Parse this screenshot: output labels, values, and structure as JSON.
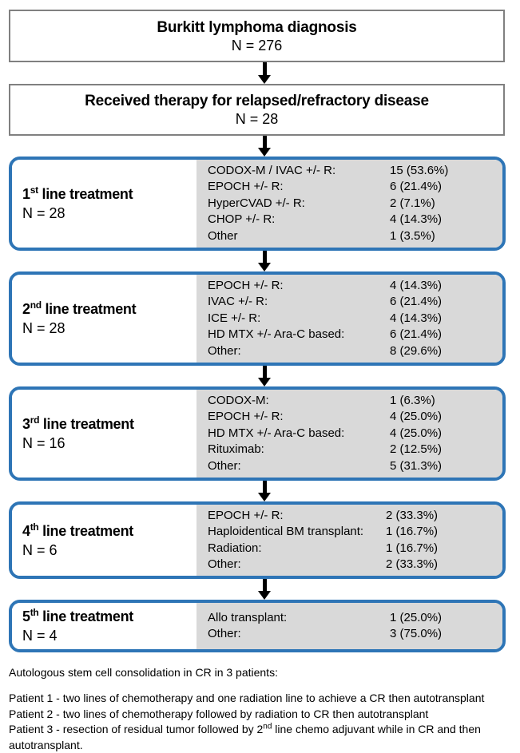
{
  "top_boxes": [
    {
      "title": "Burkitt lymphoma diagnosis",
      "n": "N = 276"
    },
    {
      "title": "Received therapy for relapsed/refractory disease",
      "n": "N = 28"
    }
  ],
  "treatments": [
    {
      "ordinal": "1",
      "suffix": "st",
      "label_tail": " line treatment",
      "n": "N = 28",
      "rows": [
        {
          "name": "CODOX-M / IVAC +/- R:",
          "value": "15 (53.6%)"
        },
        {
          "name": "EPOCH +/- R:",
          "value": "6 (21.4%)"
        },
        {
          "name": "HyperCVAD +/- R:",
          "value": "2 (7.1%)"
        },
        {
          "name": "CHOP +/- R:",
          "value": "4 (14.3%)"
        },
        {
          "name": "Other",
          "value": "1 (3.5%)"
        }
      ]
    },
    {
      "ordinal": "2",
      "suffix": "nd",
      "label_tail": " line treatment",
      "n": "N = 28",
      "rows": [
        {
          "name": "EPOCH +/- R:",
          "value": "4 (14.3%)"
        },
        {
          "name": "IVAC +/- R:",
          "value": "6 (21.4%)"
        },
        {
          "name": "ICE +/- R:",
          "value": "4 (14.3%)"
        },
        {
          "name": "HD MTX +/- Ara-C based:",
          "value": "6 (21.4%)"
        },
        {
          "name": "Other:",
          "value": "8 (29.6%)"
        }
      ]
    },
    {
      "ordinal": "3",
      "suffix": "rd",
      "label_tail": " line treatment",
      "n": "N = 16",
      "rows": [
        {
          "name": "CODOX-M:",
          "value": "1 (6.3%)"
        },
        {
          "name": "EPOCH +/- R:",
          "value": "4 (25.0%)"
        },
        {
          "name": "HD MTX +/- Ara-C based:",
          "value": "4 (25.0%)"
        },
        {
          "name": "Rituximab:",
          "value": "2 (12.5%)"
        },
        {
          "name": "Other:",
          "value": "5 (31.3%)"
        }
      ]
    },
    {
      "ordinal": "4",
      "suffix": "th",
      "label_tail": " line treatment",
      "n": "N = 6",
      "rows": [
        {
          "name": "EPOCH +/- R:",
          "value": "2 (33.3%)"
        },
        {
          "name": "Haploidentical BM transplant:",
          "value": "1 (16.7%)"
        },
        {
          "name": "Radiation:",
          "value": "1 (16.7%)"
        },
        {
          "name": "Other:",
          "value": "2 (33.3%)"
        }
      ]
    },
    {
      "ordinal": "5",
      "suffix": "th",
      "label_tail": " line treatment",
      "n": "N = 4",
      "rows": [
        {
          "name": "Allo transplant:",
          "value": "1 (25.0%)"
        },
        {
          "name": "Other:",
          "value": "3 (75.0%)"
        }
      ]
    }
  ],
  "notes": {
    "heading": "Autologous stem cell consolidation in CR in 3 patients:",
    "patient1": "Patient 1 - two lines of chemotherapy and one radiation line to achieve a CR then autotransplant",
    "patient2": "Patient 2 - two lines of chemotherapy followed by radiation to CR then autotransplant",
    "patient3_pre": "Patient 3 - resection of residual tumor followed by 2",
    "patient3_sup": "nd",
    "patient3_post": " line chemo adjuvant while in CR and then autotransplant."
  },
  "colors": {
    "box_border_blue": "#2E75B6",
    "panel_gray": "#d9d9d9",
    "plain_border_gray": "#808080",
    "arrow_black": "#000000"
  }
}
